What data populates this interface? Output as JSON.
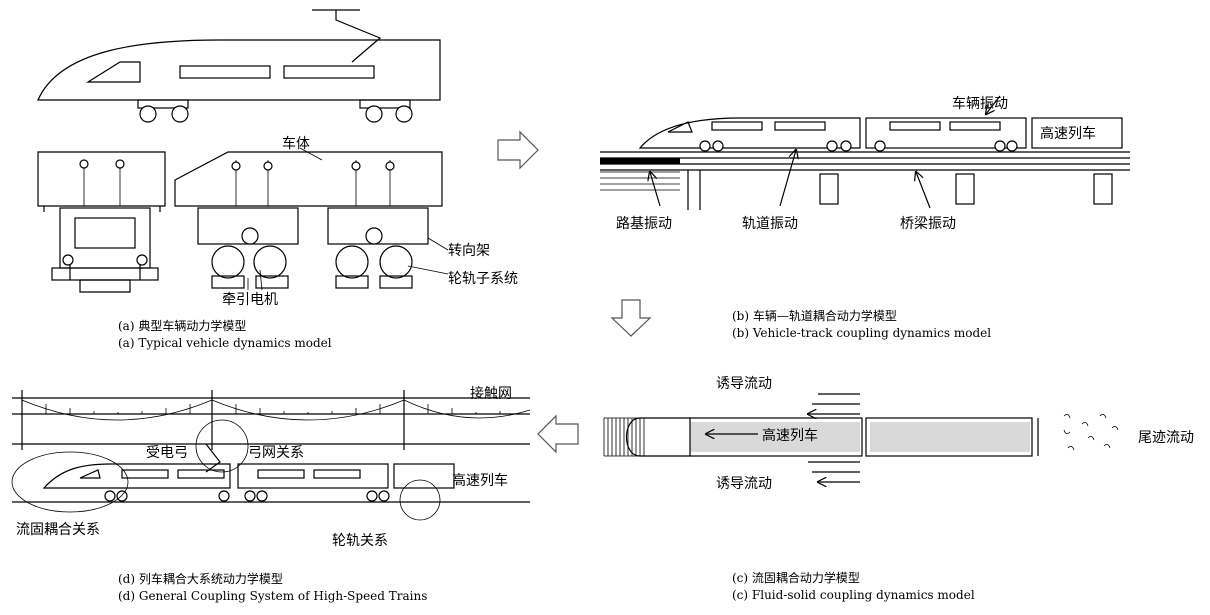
{
  "panel_a": {
    "label_carbody": "车体",
    "label_bogie": "转向架",
    "label_wheelrail": "轮轨子系统",
    "label_motor": "牵引电机",
    "caption_cn": "(a) 典型车辆动力学模型",
    "caption_en": "(a) Typical vehicle dynamics model"
  },
  "panel_b": {
    "label_vehicle_vib": "车辆振动",
    "label_train": "高速列车",
    "label_subgrade_vib": "路基振动",
    "label_track_vib": "轨道振动",
    "label_bridge_vib": "桥梁振动",
    "caption_cn": "(b) 车辆—轨道耦合动力学模型",
    "caption_en": "(b) Vehicle-track coupling dynamics model"
  },
  "panel_c": {
    "label_induced_top": "诱导流动",
    "label_induced_bottom": "诱导流动",
    "label_train": "高速列车",
    "label_wake": "尾迹流动",
    "caption_cn": "(c) 流固耦合动力学模型",
    "caption_en": "(c)  Fluid-solid coupling dynamics model"
  },
  "panel_d": {
    "label_catenary": "接触网",
    "label_pantograph": "受电弓",
    "label_pc_relation": "弓网关系",
    "label_train": "高速列车",
    "label_fsi": "流固耦合关系",
    "label_wr_relation": "轮轨关系",
    "caption_cn": "(d) 列车耦合大系统动力学模型",
    "caption_en": "(d) General Coupling System of High-Speed Trains"
  },
  "colors": {
    "line": "#000000",
    "fill_gray": "#d9d9d9",
    "arrow_stroke": "#555555"
  },
  "icons": [
    "arrow-right-icon",
    "arrow-down-icon",
    "arrow-left-icon"
  ]
}
